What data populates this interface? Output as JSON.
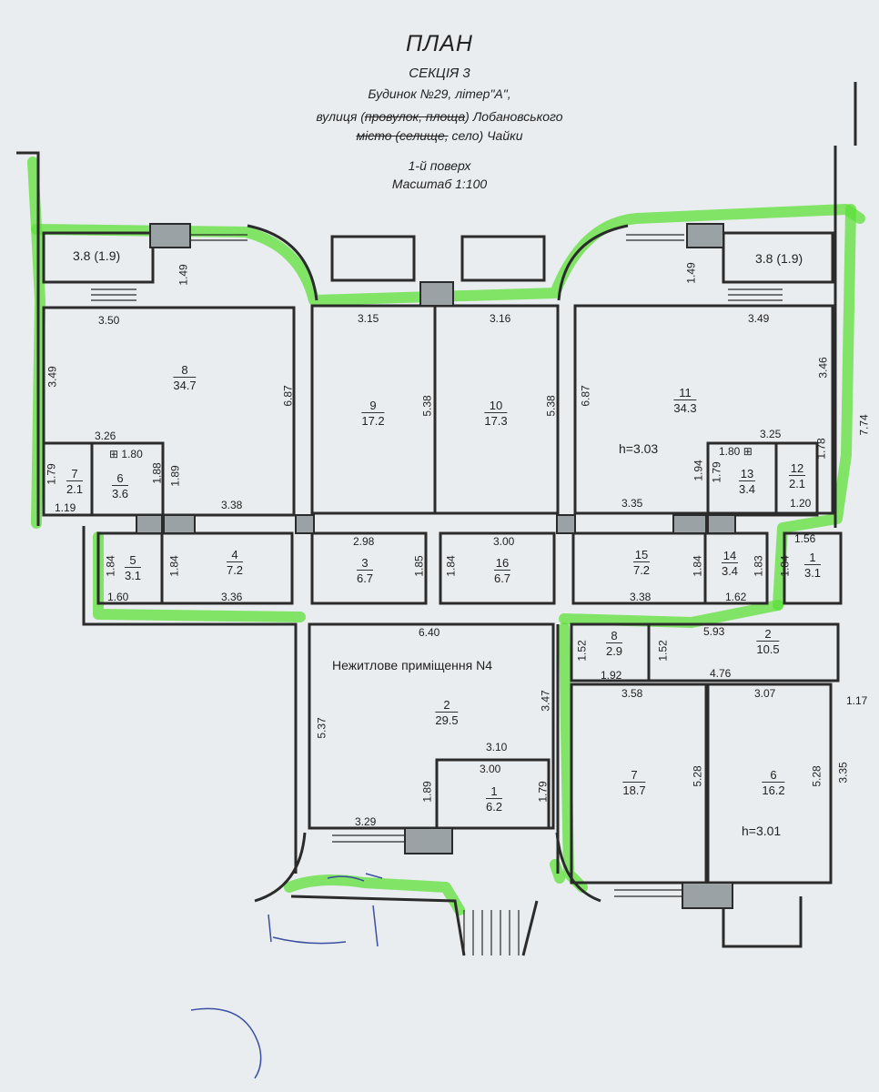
{
  "header": {
    "title": "ПЛАН",
    "section": "СЕКЦІЯ 3",
    "building": "Будинок №29, літер\"А\",",
    "street_prefix": "вулиця (",
    "street_struck": "провулок, площа",
    "street_suffix": ") Лобановського",
    "city_struck": "місто (селище,",
    "city_suffix": " село) Чайки",
    "floor": "1-й поверх",
    "scale": "Масштаб 1:100"
  },
  "colors": {
    "wall": "#2b2b2b",
    "highlight": "#5ee03a",
    "paper": "#e9edf0"
  },
  "rooms": [
    {
      "id": "r8a",
      "n": "8",
      "area": "34.7"
    },
    {
      "id": "r9",
      "n": "9",
      "area": "17.2"
    },
    {
      "id": "r10",
      "n": "10",
      "area": "17.3"
    },
    {
      "id": "r11a",
      "n": "11",
      "area": "34.3"
    },
    {
      "id": "r7a",
      "n": "7",
      "area": "2.1"
    },
    {
      "id": "r6a",
      "n": "6",
      "area": "3.6"
    },
    {
      "id": "r13",
      "n": "13",
      "area": "3.4"
    },
    {
      "id": "r12",
      "n": "12",
      "area": "2.1"
    },
    {
      "id": "r5",
      "n": "5",
      "area": "3.1"
    },
    {
      "id": "r4",
      "n": "4",
      "area": "7.2"
    },
    {
      "id": "r3",
      "n": "3",
      "area": "6.7"
    },
    {
      "id": "r16",
      "n": "16",
      "area": "6.7"
    },
    {
      "id": "r15",
      "n": "15",
      "area": "7.2"
    },
    {
      "id": "r14",
      "n": "14",
      "area": "3.4"
    },
    {
      "id": "r1a",
      "n": "1",
      "area": "3.1"
    },
    {
      "id": "r2b",
      "n": "2",
      "area": "29.5"
    },
    {
      "id": "r1b",
      "n": "1",
      "area": "6.2"
    },
    {
      "id": "r8b",
      "n": "8",
      "area": "2.9"
    },
    {
      "id": "r2c",
      "n": "2",
      "area": "10.5"
    },
    {
      "id": "r7b",
      "n": "7",
      "area": "18.7"
    },
    {
      "id": "r6b",
      "n": "6",
      "area": "16.2"
    }
  ],
  "balconies": [
    "3.8 (1.9)",
    "3.8 (1.9)"
  ],
  "heights": [
    "h=3.03",
    "h=3.01"
  ],
  "premises_label": "Нежитлове приміщення N4",
  "dims": {
    "d350": "3.50",
    "d149a": "1.49",
    "d315": "3.15",
    "d316": "3.16",
    "d149b": "1.49",
    "d349": "3.49",
    "d349v": "3.49",
    "d687a": "6.87",
    "d538a": "5.38",
    "d538b": "5.38",
    "d687b": "6.87",
    "d346": "3.46",
    "d326": "3.26",
    "d180a": "1.80",
    "d188": "1.88",
    "d189": "1.89",
    "d179a": "1.79",
    "d119": "1.19",
    "d338": "3.38",
    "d335": "3.35",
    "d325": "3.25",
    "d180b": "1.80",
    "d194": "1.94",
    "d179b": "1.79",
    "d178": "1.78",
    "d120": "1.20",
    "d298": "2.98",
    "d300a": "3.00",
    "d156": "1.56",
    "d184a": "1.84",
    "d184b": "1.84",
    "d185": "1.85",
    "d184c": "1.84",
    "d184d": "1.84",
    "d183": "1.83",
    "d184e": "1.84",
    "d160": "1.60",
    "d336": "3.36",
    "d338b": "3.38",
    "d162": "1.62",
    "d640": "6.40",
    "d593": "5.93",
    "d152a": "1.52",
    "d152b": "1.52",
    "d192": "1.92",
    "d476": "4.76",
    "d358": "3.58",
    "d307": "3.07",
    "d117": "1.17",
    "d537": "5.37",
    "d347": "3.47",
    "d310": "3.10",
    "d300b": "3.00",
    "d189b": "1.89",
    "d179c": "1.79",
    "d329": "3.29",
    "d528a": "5.28",
    "d528b": "5.28",
    "d335b": "3.35",
    "d774": "7.74"
  }
}
